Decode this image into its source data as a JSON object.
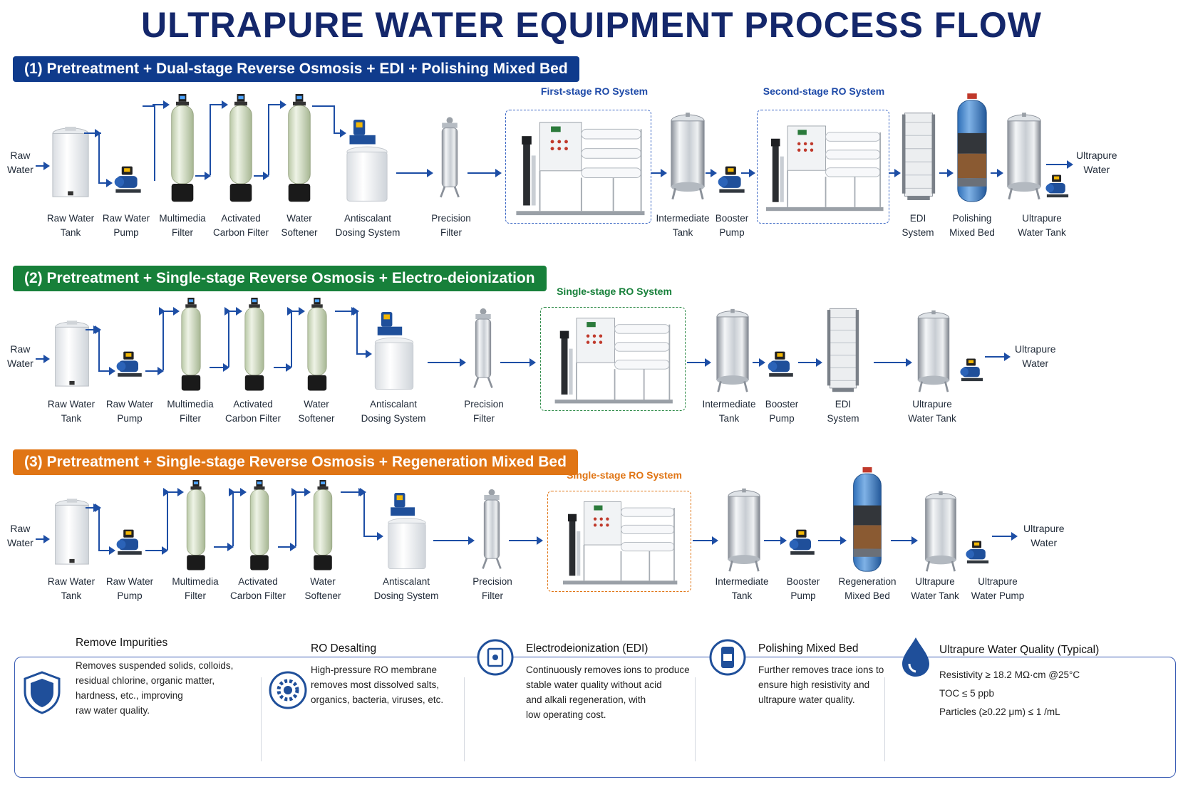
{
  "title": "ULTRAPURE WATER EQUIPMENT PROCESS FLOW",
  "colors": {
    "blue": "#0f3b8c",
    "green": "#17803a",
    "orange": "#e07515",
    "arrow": "#1d4ea5"
  },
  "process1": {
    "banner": "(1) Pretreatment + Dual-stage Reverse Osmosis + EDI + Polishing Mixed Bed",
    "input": [
      "Raw",
      "Water"
    ],
    "ro1": "First-stage RO System",
    "ro2": "Second-stage RO System",
    "output": [
      "Ultrapure",
      "Water"
    ],
    "labels": [
      [
        "Raw Water",
        "Tank"
      ],
      [
        "Raw Water",
        "Pump"
      ],
      [
        "Multimedia",
        "Filter"
      ],
      [
        "Activated",
        "Carbon Filter"
      ],
      [
        "Water",
        "Softener"
      ],
      [
        "Antiscalant",
        "Dosing System"
      ],
      [
        "Precision",
        "Filter"
      ],
      [
        "Intermediate",
        "Tank"
      ],
      [
        "Booster",
        "Pump"
      ],
      [
        "EDI",
        "System"
      ],
      [
        "Polishing",
        "Mixed Bed"
      ],
      [
        "Ultrapure",
        "Water Tank"
      ]
    ]
  },
  "process2": {
    "banner": "(2) Pretreatment + Single-stage Reverse Osmosis + Electro-deionization",
    "input": [
      "Raw",
      "Water"
    ],
    "ro": "Single-stage RO System",
    "output": [
      "Ultrapure",
      "Water"
    ],
    "labels": [
      [
        "Raw Water",
        "Tank"
      ],
      [
        "Raw Water",
        "Pump"
      ],
      [
        "Multimedia",
        "Filter"
      ],
      [
        "Activated",
        "Carbon Filter"
      ],
      [
        "Water",
        "Softener"
      ],
      [
        "Antiscalant",
        "Dosing System"
      ],
      [
        "Precision",
        "Filter"
      ],
      [
        "Intermediate",
        "Tank"
      ],
      [
        "Booster",
        "Pump"
      ],
      [
        "EDI",
        "System"
      ],
      [
        "Ultrapure",
        "Water Tank"
      ]
    ]
  },
  "process3": {
    "banner": "(3) Pretreatment + Single-stage Reverse Osmosis + Regeneration Mixed Bed",
    "input": [
      "Raw",
      "Water"
    ],
    "ro": "Single-stage RO System",
    "output": [
      "Ultrapure",
      "Water"
    ],
    "labels": [
      [
        "Raw Water",
        "Tank"
      ],
      [
        "Raw Water",
        "Pump"
      ],
      [
        "Multimedia",
        "Filter"
      ],
      [
        "Activated",
        "Carbon Filter"
      ],
      [
        "Water",
        "Softener"
      ],
      [
        "Antiscalant",
        "Dosing System"
      ],
      [
        "Precision",
        "Filter"
      ],
      [
        "Intermediate",
        "Tank"
      ],
      [
        "Booster",
        "Pump"
      ],
      [
        "Regeneration",
        "Mixed Bed"
      ],
      [
        "Ultrapure",
        "Water Tank"
      ],
      [
        "Ultrapure",
        "Water Pump"
      ]
    ]
  },
  "features": [
    {
      "icon": "shield-icon",
      "title": "Remove Impurities",
      "lines": [
        "Removes suspended solids, colloids,",
        "residual chlorine, organic matter,",
        "hardness, etc., improving",
        "raw water quality."
      ]
    },
    {
      "icon": "ro-gear-icon",
      "title": "RO Desalting",
      "lines": [
        "High-pressure RO membrane",
        "removes most dissolved salts,",
        "organics, bacteria, viruses, etc."
      ]
    },
    {
      "icon": "edi-icon",
      "title": "Electrodeionization (EDI)",
      "lines": [
        "Continuously removes ions to produce",
        "stable water quality without acid",
        "and alkali regeneration, with",
        "low operating cost."
      ]
    },
    {
      "icon": "mixed-bed-icon",
      "title": "Polishing Mixed Bed",
      "lines": [
        "Further removes trace ions to",
        "ensure high resistivity and",
        "ultrapure water quality."
      ]
    },
    {
      "icon": "water-drop-icon",
      "title": "Ultrapure Water Quality (Typical)",
      "lines": [
        "Resistivity ≥ 18.2 MΩ·cm @25°C",
        "TOC ≤ 5 ppb",
        "Particles (≥0.22 μm) ≤ 1 /mL"
      ]
    }
  ]
}
